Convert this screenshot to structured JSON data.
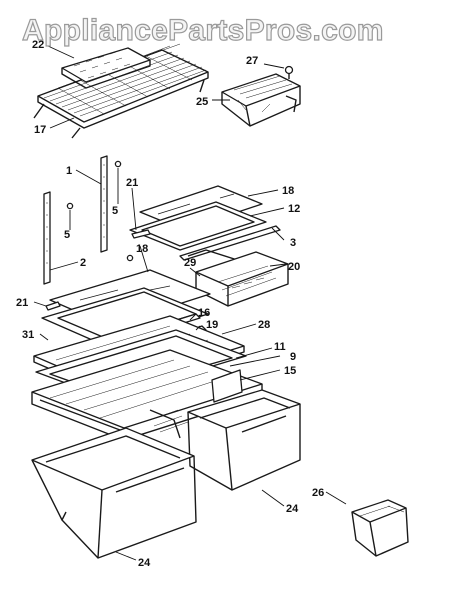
{
  "watermark": "AppliancePartsPros.com",
  "callouts": [
    {
      "id": "c22",
      "text": "22"
    },
    {
      "id": "c17",
      "text": "17"
    },
    {
      "id": "c27",
      "text": "27"
    },
    {
      "id": "c25",
      "text": "25"
    },
    {
      "id": "c1",
      "text": "1"
    },
    {
      "id": "c21a",
      "text": "21"
    },
    {
      "id": "c18a",
      "text": "18"
    },
    {
      "id": "c12",
      "text": "12"
    },
    {
      "id": "c5a",
      "text": "5"
    },
    {
      "id": "c5b",
      "text": "5"
    },
    {
      "id": "c3",
      "text": "3"
    },
    {
      "id": "c18b",
      "text": "18"
    },
    {
      "id": "c29",
      "text": "29"
    },
    {
      "id": "c20",
      "text": "20"
    },
    {
      "id": "c2",
      "text": "2"
    },
    {
      "id": "c21b",
      "text": "21"
    },
    {
      "id": "c16",
      "text": "16"
    },
    {
      "id": "c19",
      "text": "19"
    },
    {
      "id": "c28",
      "text": "28"
    },
    {
      "id": "c31",
      "text": "31"
    },
    {
      "id": "c11",
      "text": "11"
    },
    {
      "id": "c9",
      "text": "9"
    },
    {
      "id": "c15",
      "text": "15"
    },
    {
      "id": "c26",
      "text": "26"
    },
    {
      "id": "c24a",
      "text": "24"
    },
    {
      "id": "c24b",
      "text": "24"
    }
  ]
}
